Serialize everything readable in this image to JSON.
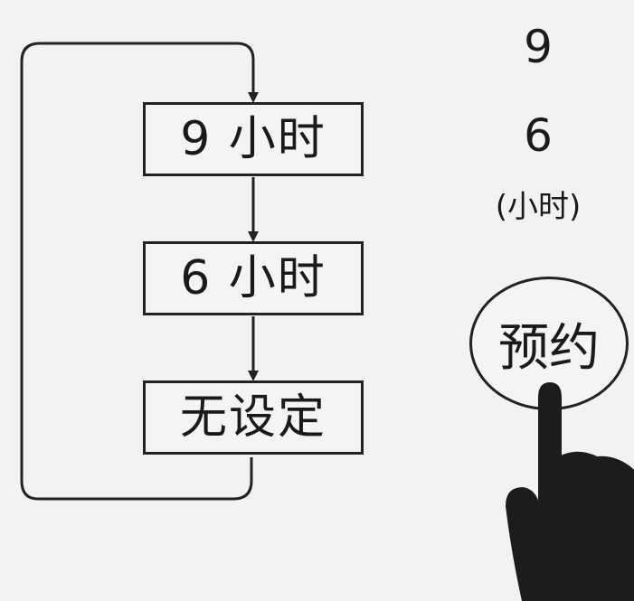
{
  "flow": {
    "steps": [
      "9 小时",
      "6 小时",
      "无设定"
    ]
  },
  "side": {
    "value_top": "9",
    "value_bottom": "6",
    "unit": "(小时)"
  },
  "button": {
    "label": "预约"
  },
  "icons": {
    "hand": "pointing-hand-icon",
    "arrow": "arrow-down-icon"
  }
}
